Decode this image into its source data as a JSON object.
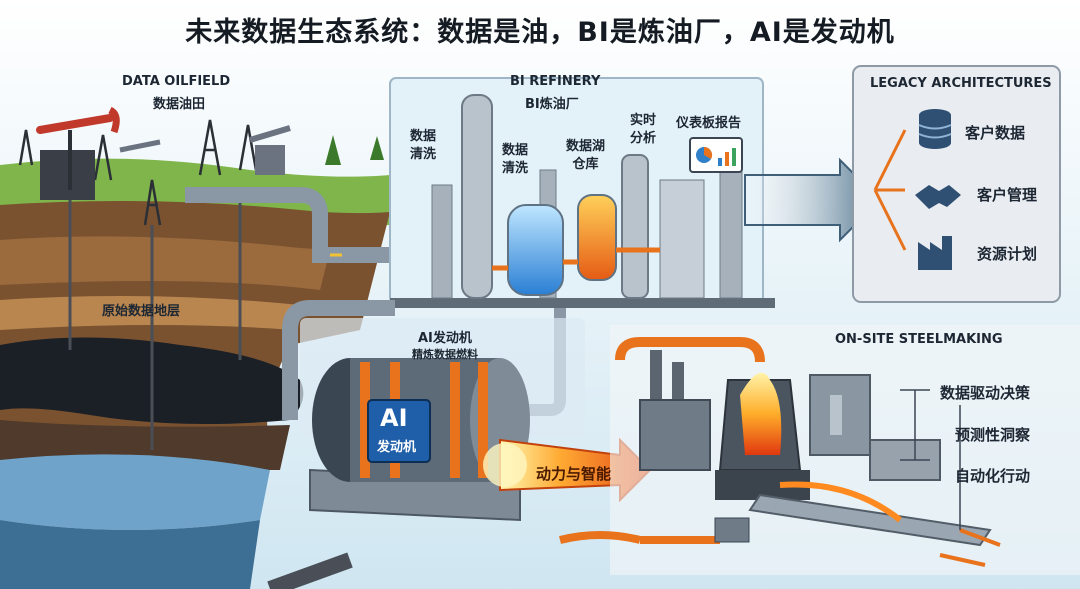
{
  "title": "未来数据生态系统：数据是油，BI是炼油厂，AI是发动机",
  "oilfield": {
    "heading": "DATA OILFIELD",
    "heading_cn": "数据油田",
    "stratum": "原始数据地层"
  },
  "refinery": {
    "heading": "BI REFINERY",
    "heading_cn": "BI炼油厂",
    "stage_cleaning_1": "数据\n清洗",
    "stage_cleaning_2": "数据\n清洗",
    "stage_lake": "数据湖\n仓库",
    "stage_realtime": "实时\n分析",
    "stage_dashboard": "仪表板报告"
  },
  "legacy": {
    "heading": "LEGACY ARCHITECTURES",
    "items": [
      {
        "label": "客户数据",
        "icon": "database-icon"
      },
      {
        "label": "客户管理",
        "icon": "handshake-icon"
      },
      {
        "label": "资源计划",
        "icon": "factory-icon"
      }
    ]
  },
  "engine": {
    "heading": "AI发动机",
    "subheading": "精炼数据燃料",
    "badge_big": "AI",
    "badge_small": "发动机",
    "output": "动力与智能"
  },
  "steel": {
    "heading": "ON-SITE STEELMAKING",
    "outcomes": [
      "数据驱动决策",
      "预测性洞察",
      "自动化行动"
    ]
  },
  "colors": {
    "pipe": "#8a98a6",
    "hotPipe": "#e8731c",
    "soilDark": "#5a3b22",
    "oil": "#1b1f26",
    "sky": "#d9ecf6",
    "accent": "#2f80c8"
  }
}
